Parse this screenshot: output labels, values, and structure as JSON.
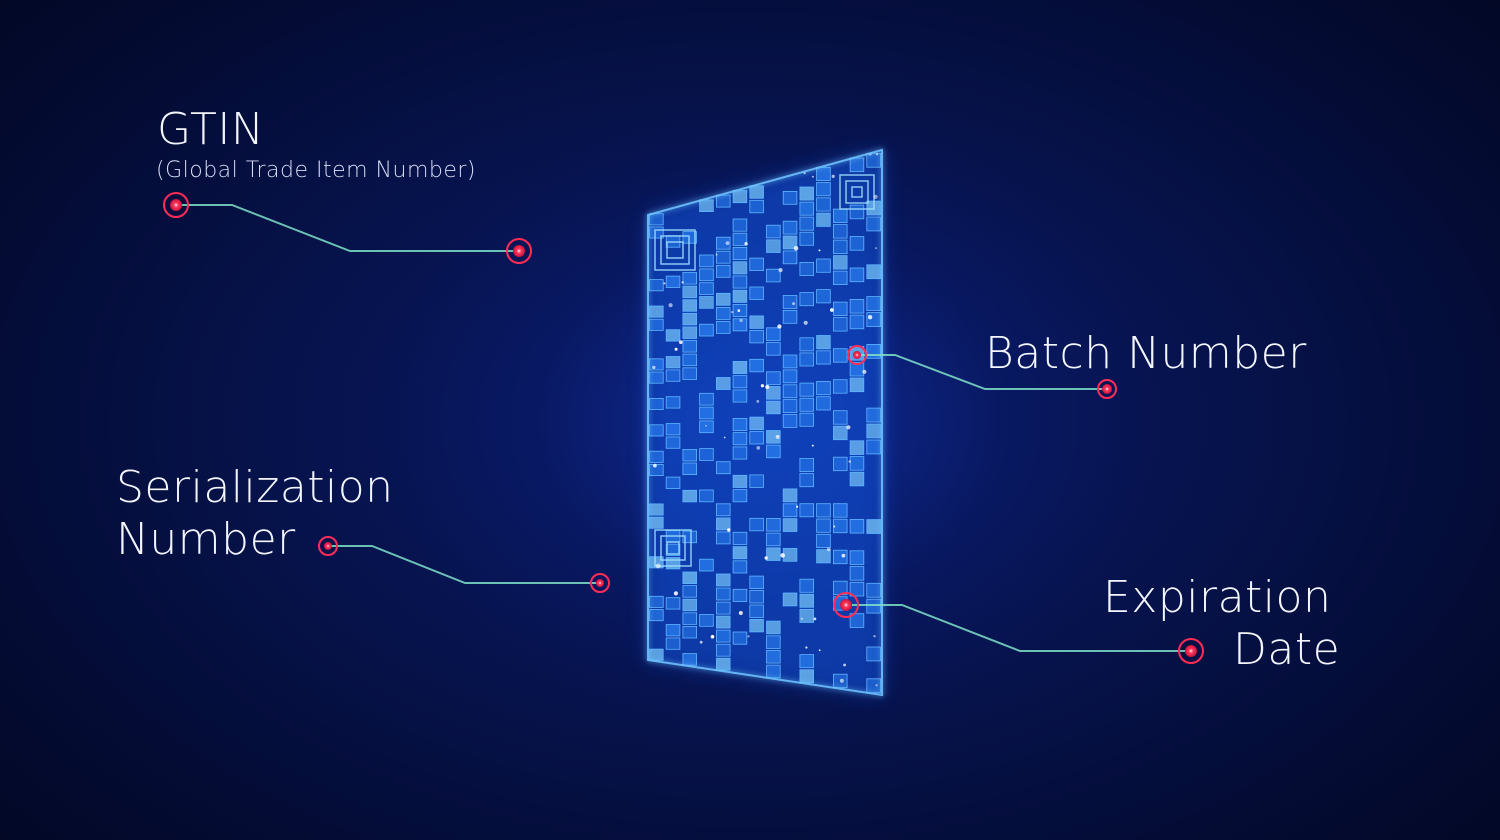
{
  "labels": {
    "gtin_title": "GTIN",
    "gtin_subtitle": "(Global Trade Item Number)",
    "batch": "Batch Number",
    "serialization_line1": "Serialization",
    "serialization_line2": "Number",
    "expiration_line1": "Expiration",
    "expiration_line2": "Date"
  },
  "colors": {
    "background": "#050d3a",
    "code_glow": "#2f8cff",
    "code_bright": "#7fd0ff",
    "connector": "#7fe0c8",
    "marker": "#ff2d55"
  },
  "graphic": {
    "type": "holographic-2d-barcode",
    "style": "glowing blue wireframe"
  }
}
